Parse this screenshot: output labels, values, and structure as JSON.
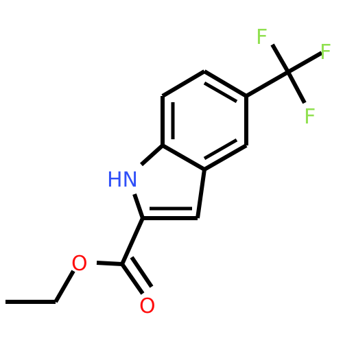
{
  "molecule": {
    "atoms": {
      "F_top": {
        "label": "F",
        "color": "#90e050"
      },
      "F_right": {
        "label": "F",
        "color": "#90e050"
      },
      "F_low": {
        "label": "F",
        "color": "#90e050"
      },
      "NH": {
        "label": "HN",
        "color": "#3050f8"
      },
      "O_ester": {
        "label": "O",
        "color": "#ff0d0d"
      },
      "O_carbonyl": {
        "label": "O",
        "color": "#ff0d0d"
      }
    },
    "bond_color": "#000000"
  }
}
